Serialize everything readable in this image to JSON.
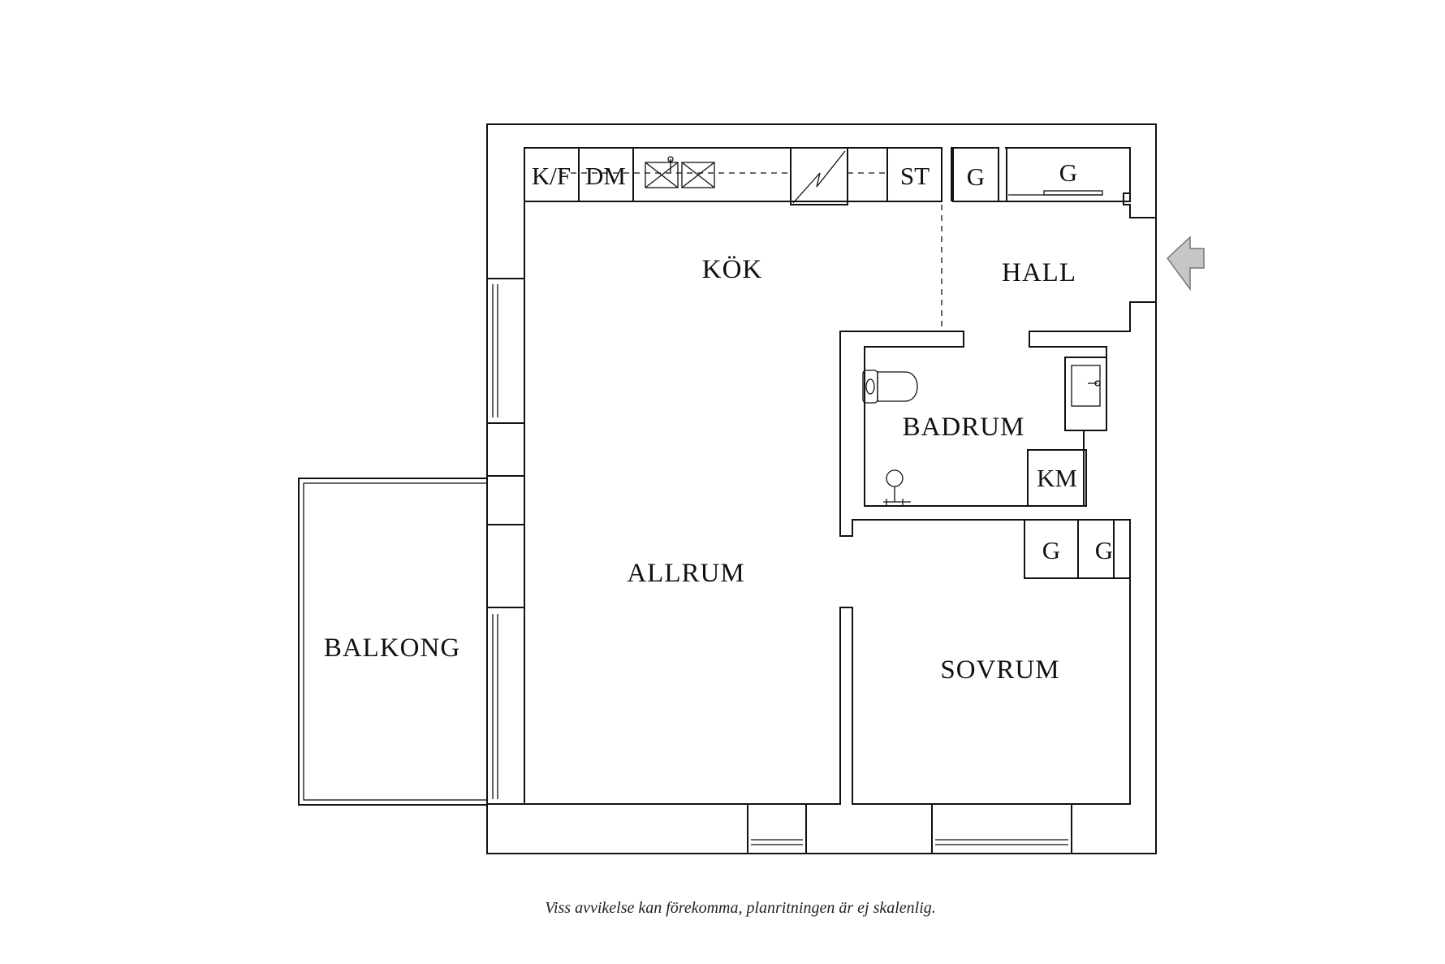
{
  "rooms": {
    "kitchen": "KÖK",
    "hall": "HALL",
    "bathroom": "BADRUM",
    "living_room": "ALLRUM",
    "bedroom": "SOVRUM",
    "balcony": "BALKONG"
  },
  "fixtures": {
    "fridge_freezer": "K/F",
    "dishwasher": "DM",
    "tall_cabinet": "ST",
    "wardrobe_hall_1": "G",
    "wardrobe_hall_2": "G",
    "washing_machine": "KM",
    "wardrobe_bedroom_1": "G",
    "wardrobe_bedroom_2": "G"
  },
  "footer": {
    "disclaimer": "Viss avvikelse kan förekomma, planritningen är ej skalenlig."
  }
}
